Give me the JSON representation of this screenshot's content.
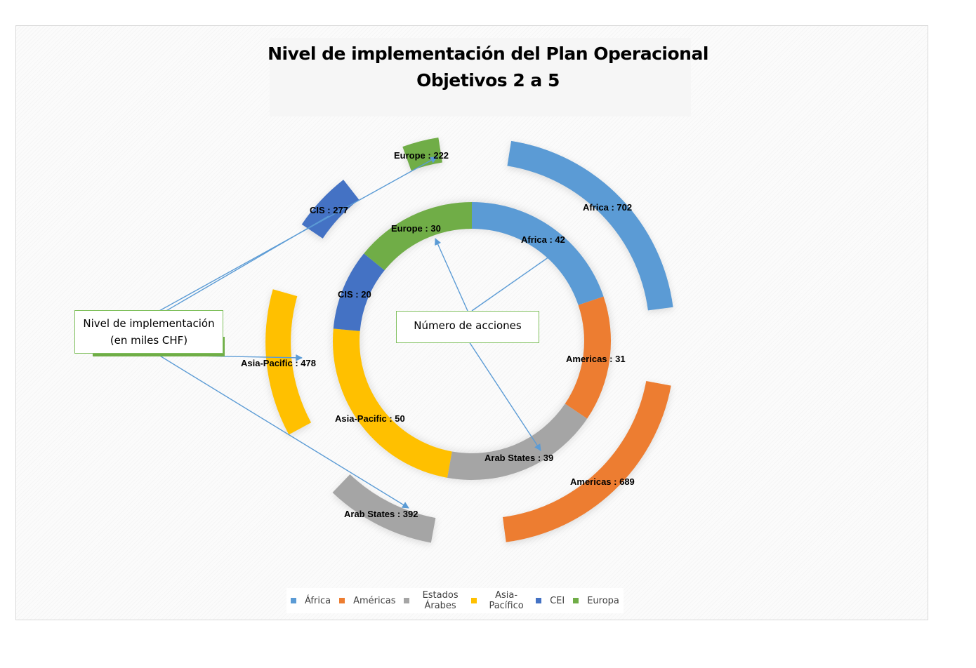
{
  "title": {
    "line1": "Nivel de implementación del Plan Operacional",
    "line2": "Objetivos 2 a 5"
  },
  "callouts": {
    "implementation": {
      "line1": "Nivel de implementación",
      "line2": "(en miles CHF)"
    },
    "actions": "Número de acciones"
  },
  "legend": [
    {
      "label": "África",
      "color": "#5b9bd5"
    },
    {
      "label": "Américas",
      "color": "#ed7d31"
    },
    {
      "label": "Estados Árabes",
      "color": "#a5a5a5"
    },
    {
      "label": "Asia-Pacífico",
      "color": "#ffc000"
    },
    {
      "label": "CEI",
      "color": "#4472c4"
    },
    {
      "label": "Europa",
      "color": "#70ad47"
    }
  ],
  "chart_data": [
    {
      "type": "pie",
      "ring": "inner",
      "categories": [
        "Africa",
        "Americas",
        "Arab States",
        "Asia-Pacific",
        "CIS",
        "Europe"
      ],
      "values": [
        42,
        31,
        39,
        50,
        20,
        30
      ],
      "labels": [
        "Africa  : 42",
        "Americas : 31",
        "Arab States : 39",
        "Asia-Pacific : 50",
        "CIS : 20",
        "Europe : 30"
      ],
      "colors": [
        "#5b9bd5",
        "#ed7d31",
        "#a5a5a5",
        "#ffc000",
        "#4472c4",
        "#70ad47"
      ]
    },
    {
      "type": "pie",
      "ring": "outer",
      "categories": [
        "Africa",
        "Americas",
        "Arab States",
        "Asia-Pacific",
        "CIS",
        "Europe"
      ],
      "values": [
        702,
        689,
        392,
        478,
        277,
        222
      ],
      "labels": [
        "Africa  : 702",
        "Americas : 689",
        "Arab States : 392",
        "Asia-Pacific : 478",
        "CIS : 277",
        "Europe : 222"
      ],
      "colors": [
        "#5b9bd5",
        "#ed7d31",
        "#a5a5a5",
        "#ffc000",
        "#4472c4",
        "#70ad47"
      ]
    }
  ]
}
